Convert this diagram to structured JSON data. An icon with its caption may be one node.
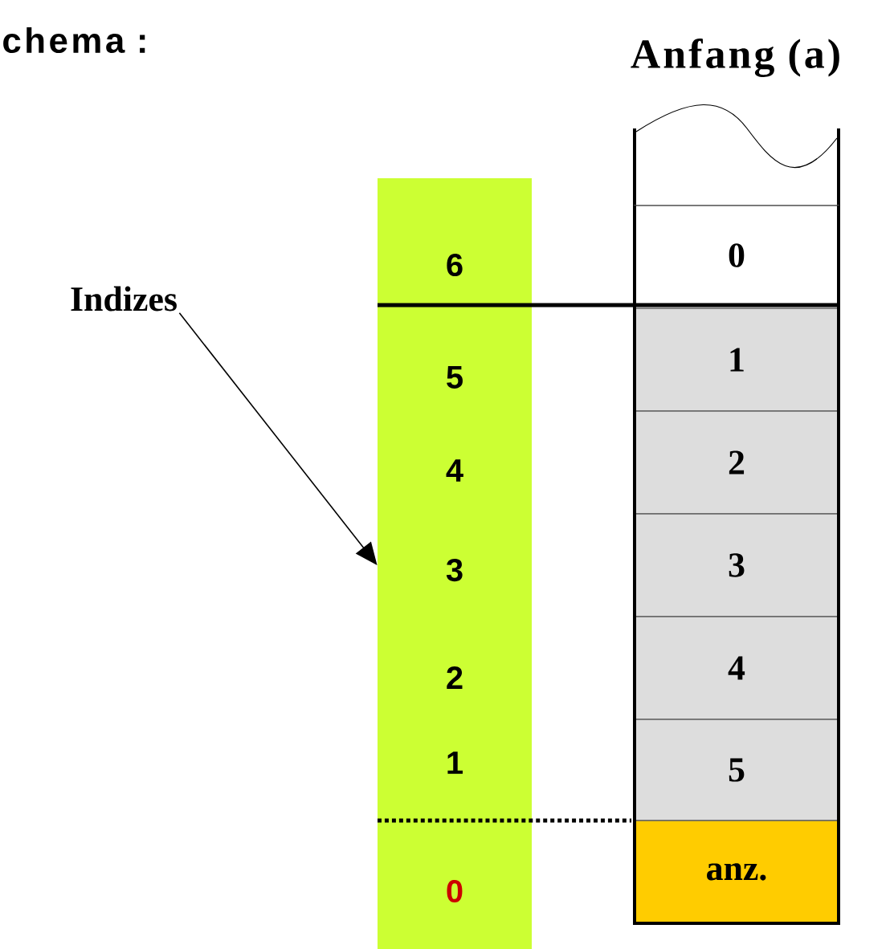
{
  "diagram": {
    "title": "chema :",
    "nodes": [
      {
        "text": [
          "Indizes"
        ]
      },
      {
        "text": [
          "6",
          "5",
          "4",
          "3",
          "2",
          "1",
          "0"
        ]
      },
      {
        "text": [
          "0"
        ]
      },
      {
        "text": [
          "1"
        ]
      },
      {
        "text": [
          "2"
        ]
      },
      {
        "text": [
          "3"
        ]
      },
      {
        "text": [
          "4"
        ]
      },
      {
        "text": [
          "5"
        ]
      },
      {
        "text": [
          "anz."
        ]
      }
    ],
    "edges": [
      {
        "from": 0,
        "to": 1,
        "arrow": "to"
      }
    ],
    "labels": [
      "Anfang (a)"
    ]
  }
}
